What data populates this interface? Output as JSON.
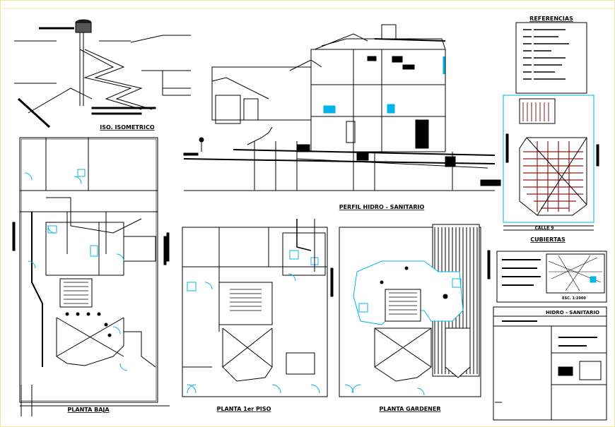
{
  "titles": {
    "isometric": "ISO. ISOMETRICO",
    "profile": "PERFIL HIDRO - SANITARIO",
    "references": "REFERENCIAS",
    "roofs": "CUBIERTAS",
    "street": "CALLE 9",
    "plan_ground": "PLANTA BAJA",
    "plan_first": "PLANTA 1er PISO",
    "plan_garden": "PLANTA GARDENER",
    "sheet_title": "HIDRO - SANITARIO",
    "scale": "ESC. 1:2000"
  },
  "colors": {
    "line": "#000000",
    "accent": "#00b4e6",
    "hatch": "#8b1a1a",
    "border": "#f2e2a0"
  }
}
